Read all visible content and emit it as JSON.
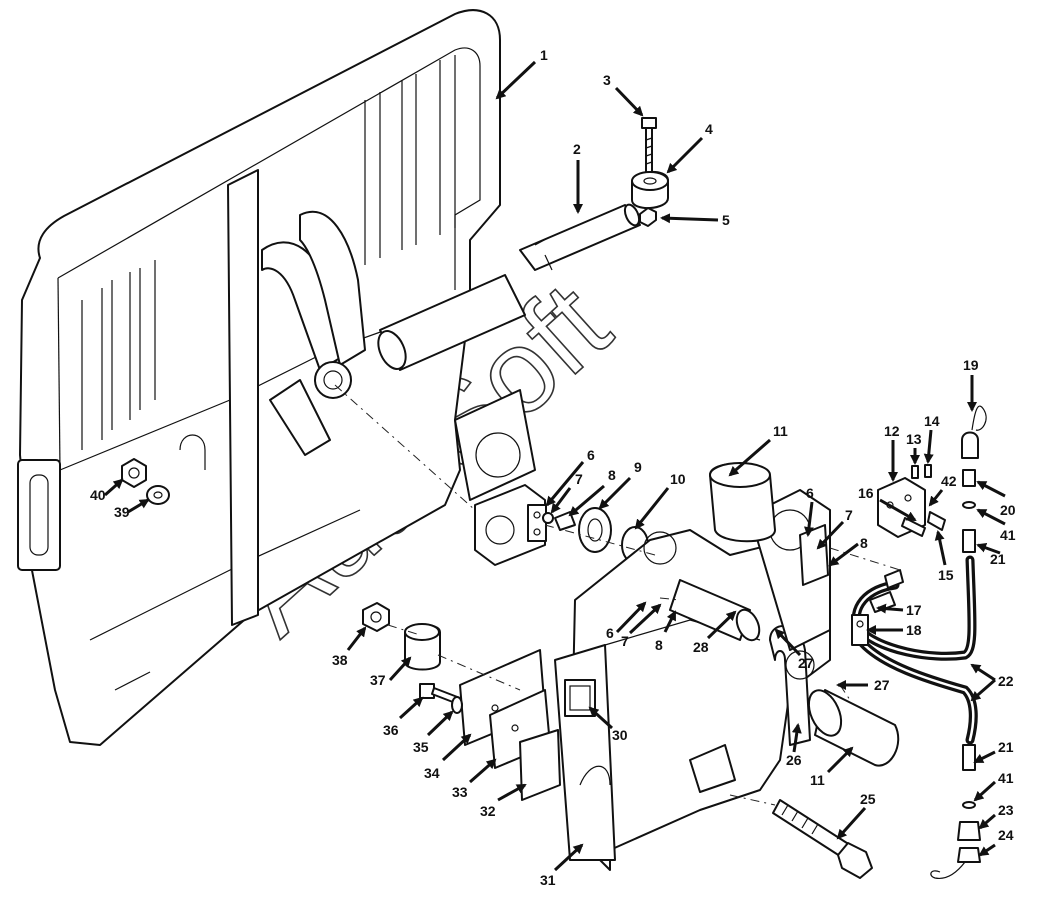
{
  "watermark": "AutoSoft",
  "callouts": [
    {
      "id": "1",
      "label": "1"
    },
    {
      "id": "2",
      "label": "2"
    },
    {
      "id": "3",
      "label": "3"
    },
    {
      "id": "4",
      "label": "4"
    },
    {
      "id": "5",
      "label": "5"
    },
    {
      "id": "6a",
      "label": "6"
    },
    {
      "id": "7a",
      "label": "7"
    },
    {
      "id": "8a",
      "label": "8"
    },
    {
      "id": "9",
      "label": "9"
    },
    {
      "id": "10",
      "label": "10"
    },
    {
      "id": "11a",
      "label": "11"
    },
    {
      "id": "12",
      "label": "12"
    },
    {
      "id": "13",
      "label": "13"
    },
    {
      "id": "14",
      "label": "14"
    },
    {
      "id": "16",
      "label": "16"
    },
    {
      "id": "42",
      "label": "42"
    },
    {
      "id": "15",
      "label": "15"
    },
    {
      "id": "19",
      "label": "19"
    },
    {
      "id": "20",
      "label": "20"
    },
    {
      "id": "41a",
      "label": "41"
    },
    {
      "id": "21a",
      "label": "21"
    },
    {
      "id": "6b",
      "label": "6"
    },
    {
      "id": "7b",
      "label": "7"
    },
    {
      "id": "8b",
      "label": "8"
    },
    {
      "id": "17",
      "label": "17"
    },
    {
      "id": "18",
      "label": "18"
    },
    {
      "id": "6c",
      "label": "6"
    },
    {
      "id": "7c",
      "label": "7"
    },
    {
      "id": "8c",
      "label": "8"
    },
    {
      "id": "28",
      "label": "28"
    },
    {
      "id": "27a",
      "label": "27"
    },
    {
      "id": "27b",
      "label": "27"
    },
    {
      "id": "22",
      "label": "22"
    },
    {
      "id": "40",
      "label": "40"
    },
    {
      "id": "39",
      "label": "39"
    },
    {
      "id": "38",
      "label": "38"
    },
    {
      "id": "37",
      "label": "37"
    },
    {
      "id": "36",
      "label": "36"
    },
    {
      "id": "35",
      "label": "35"
    },
    {
      "id": "34",
      "label": "34"
    },
    {
      "id": "33",
      "label": "33"
    },
    {
      "id": "32",
      "label": "32"
    },
    {
      "id": "30",
      "label": "30"
    },
    {
      "id": "31",
      "label": "31"
    },
    {
      "id": "26",
      "label": "26"
    },
    {
      "id": "11b",
      "label": "11"
    },
    {
      "id": "25",
      "label": "25"
    },
    {
      "id": "21b",
      "label": "21"
    },
    {
      "id": "41b",
      "label": "41"
    },
    {
      "id": "23",
      "label": "23"
    },
    {
      "id": "24",
      "label": "24"
    }
  ]
}
